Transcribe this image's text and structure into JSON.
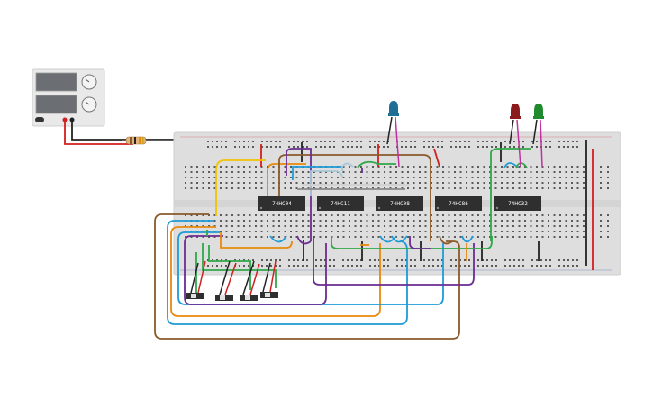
{
  "chips": [
    {
      "label": "74HC04"
    },
    {
      "label": "74HC11"
    },
    {
      "label": "74HC08"
    },
    {
      "label": "74HC86"
    },
    {
      "label": "74HC32"
    }
  ],
  "leds": [
    {
      "color": "blue",
      "hex": "#1f6e96"
    },
    {
      "color": "red",
      "hex": "#8b1a1a"
    },
    {
      "color": "green",
      "hex": "#1f8a2e"
    }
  ],
  "switches_count": 4,
  "wire_colors": {
    "yellow": "#f2c300",
    "orange": "#e8890c",
    "brown": "#8b5a2b",
    "purple": "#6a2c91",
    "green": "#2ea84a",
    "blue": "#1e9bd7",
    "red": "#d21f1f",
    "black": "#222222",
    "magenta": "#c0309e",
    "gray": "#8a8a8a"
  },
  "power_supply": {
    "name": "power-supply"
  }
}
